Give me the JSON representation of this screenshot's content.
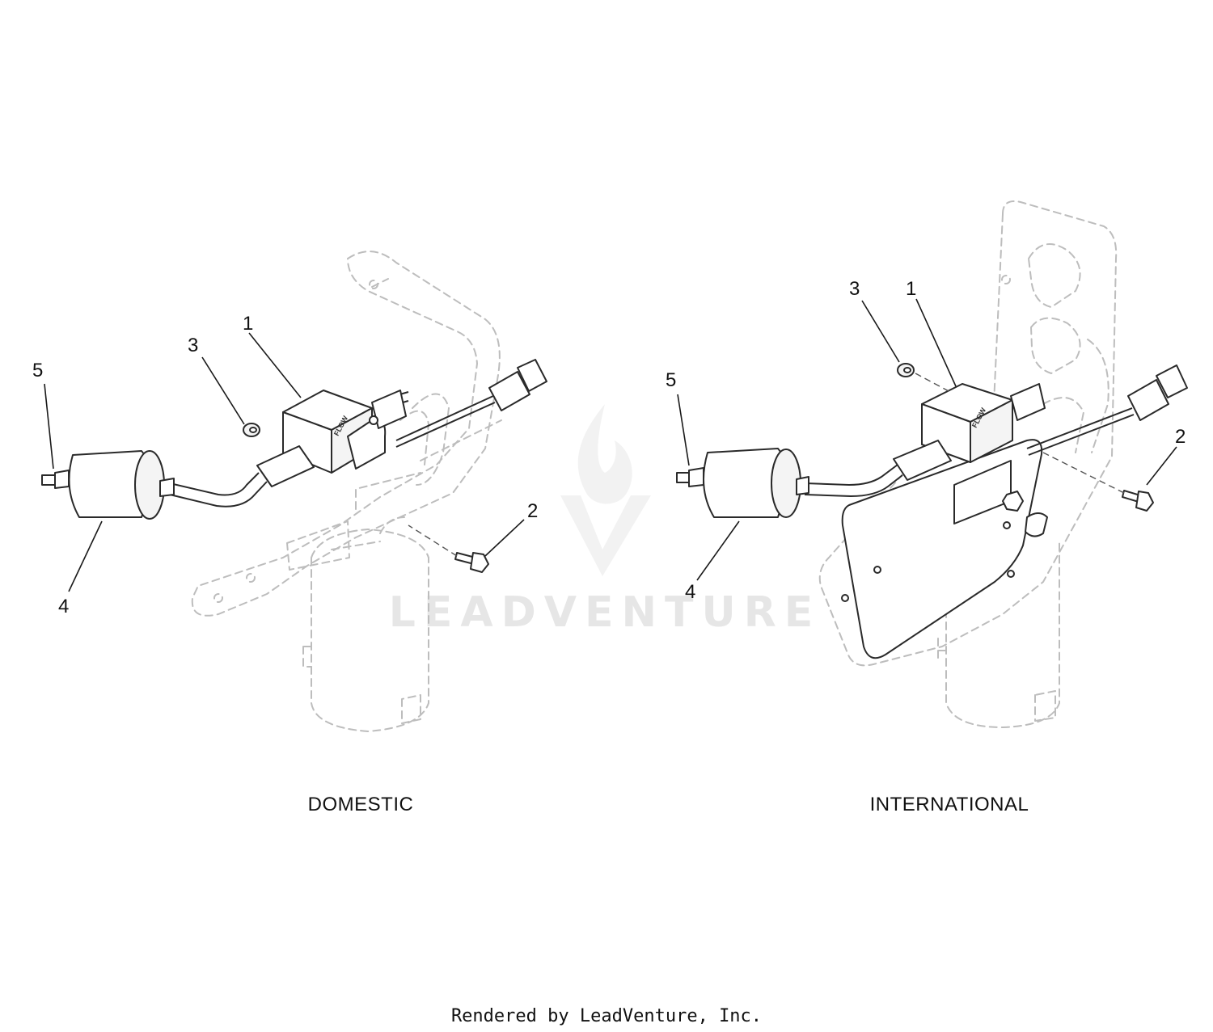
{
  "views": [
    {
      "label": "DOMESTIC",
      "callouts": [
        "1",
        "2",
        "3",
        "4",
        "5"
      ]
    },
    {
      "label": "INTERNATIONAL",
      "callouts": [
        "1",
        "2",
        "3",
        "4",
        "5"
      ]
    }
  ],
  "part_marking": "FLOW",
  "watermark": {
    "text": "LEADVENTURE",
    "icon": "leadventure-flame-logo"
  },
  "footer": "Rendered by LeadVenture, Inc."
}
